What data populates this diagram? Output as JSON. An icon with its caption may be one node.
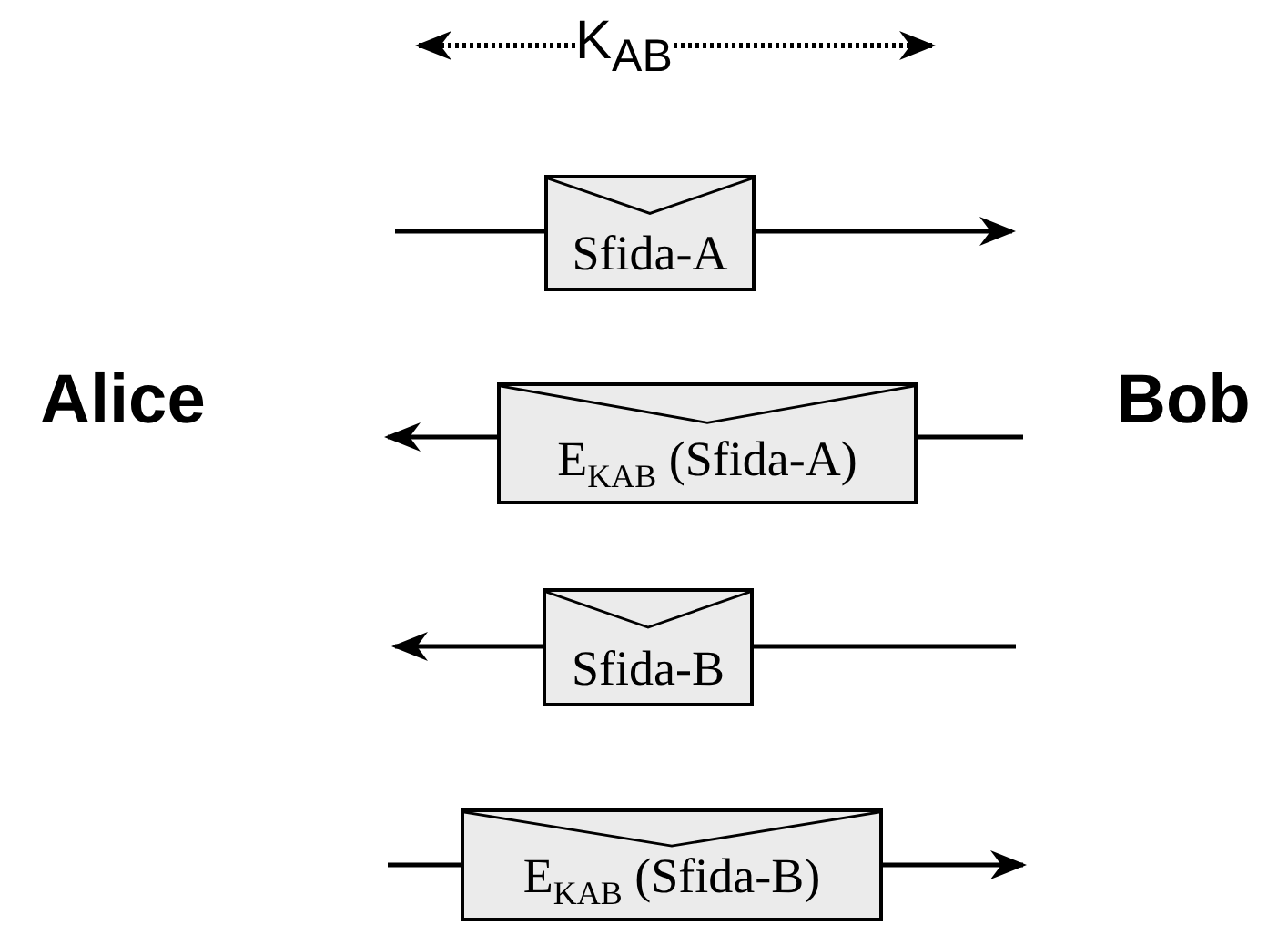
{
  "diagram": {
    "nodes": [
      {
        "text": [
          "Sfida-A"
        ]
      },
      {
        "text": [
          "E$_{KAB}$ (Sfida-A)"
        ]
      },
      {
        "text": [
          "Sfida-B"
        ]
      },
      {
        "text": [
          "E$_{KAB}$ (Sfida-B)"
        ]
      }
    ],
    "edges": [
      {
        "from": null,
        "to": 0,
        "arrow": "none"
      },
      {
        "from": 0,
        "to": null,
        "arrow": "to"
      },
      {
        "from": 1,
        "to": null,
        "arrow": "to"
      },
      {
        "from": null,
        "to": 1,
        "arrow": "none"
      },
      {
        "from": 2,
        "to": null,
        "arrow": "to"
      },
      {
        "from": null,
        "to": 2,
        "arrow": "none"
      },
      {
        "from": null,
        "to": 3,
        "arrow": "none"
      },
      {
        "from": 3,
        "to": null,
        "arrow": "to"
      }
    ],
    "labels": [
      "K$_{AB}$",
      "Alice",
      "Bob"
    ]
  }
}
